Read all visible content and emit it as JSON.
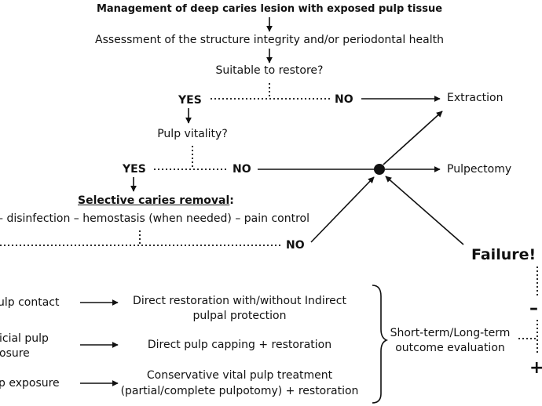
{
  "title": "Management of deep caries lesion with exposed pulp tissue",
  "assessment": "Assessment of the structure integrity and/or periodontal health",
  "suitable": "Suitable to restore?",
  "yes_1": "YES",
  "no_1": "NO",
  "extraction": "Extraction",
  "vitality": "Pulp vitality?",
  "yes_2": "YES",
  "no_2": "NO",
  "pulpectomy": "Pulpectomy",
  "selective_label": "Selective caries removal",
  "selective_colon": ":",
  "disinfection": "– disinfection – hemostasis (when needed) – pain control",
  "no_3": "NO",
  "failure": "Failure!",
  "minus": "–",
  "plus": "+",
  "outcome_line1": "Short-term/Long-term",
  "outcome_line2": "outcome evaluation",
  "rows": [
    {
      "left": [
        "ulp contact"
      ],
      "right": [
        "Direct restoration with/without Indirect",
        "pulpal protection"
      ]
    },
    {
      "left": [
        "icial pulp",
        "osure"
      ],
      "right": [
        "Direct pulp capping + restoration"
      ]
    },
    {
      "left": [
        "p exposure"
      ],
      "right": [
        "Conservative vital pulp treatment",
        "(partial/complete pulpotomy) + restoration"
      ]
    }
  ],
  "colors": {
    "ink": "#111111",
    "background": "#ffffff"
  }
}
